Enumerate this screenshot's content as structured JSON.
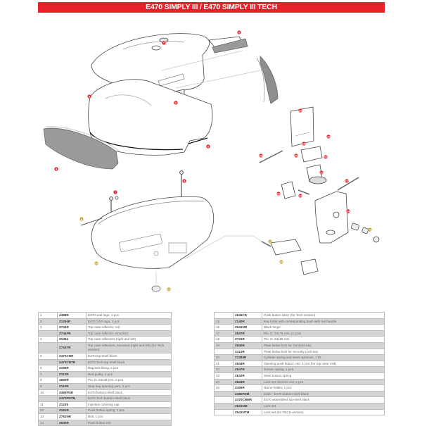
{
  "title": "E470 SIMPLY III / E470 SIMPLY III TECH",
  "colors": {
    "title_bg": "#e8202a",
    "callout_red": "#e8202a",
    "callout_gold": "#c9a227",
    "row_alt": "#d4d4d4"
  },
  "diagram": {
    "callouts": [
      "1",
      "2",
      "3",
      "4",
      "5",
      "6",
      "7",
      "8",
      "9",
      "10",
      "11",
      "12",
      "13",
      "14",
      "15",
      "16",
      "17",
      "18",
      "19",
      "20",
      "21",
      "22",
      "23",
      "24",
      "25"
    ]
  },
  "parts_left": [
    {
      "num": "1",
      "code": "Z458R",
      "desc": "E470 oval logo, 1 pcs"
    },
    {
      "num": "2",
      "code": "Z1294R",
      "desc": "E470 GIVI logo, 1 pcs"
    },
    {
      "num": "3",
      "code": "Z744R",
      "desc": "Top case reflector, red"
    },
    {
      "num": "",
      "code": "Z744FR",
      "desc": "Top case reflector, smocked"
    },
    {
      "num": "4",
      "code": "Z1364",
      "desc": "Top case reflectors (right and left)"
    },
    {
      "num": "",
      "code": "Z743TR",
      "desc": "Top case reflectors, smocked (right and left) (for Tech version)"
    },
    {
      "num": "5",
      "code": "Z470CNR",
      "desc": "E470 top-shell black"
    },
    {
      "num": "",
      "code": "Z470CNTR",
      "desc": "E470 Tech top-shell black"
    },
    {
      "num": "6",
      "code": "Z156R",
      "desc": "Bag lock lining, 1 pcs"
    },
    {
      "num": "7",
      "code": "Z112R",
      "desc": "Red pulley, 4 pcs"
    },
    {
      "num": "8",
      "code": "Z650R",
      "desc": "Pin. D. 04x46 mm, 2 pcs"
    },
    {
      "num": "9",
      "code": "Z110R",
      "desc": "Stop bag opening yarn, 2 pcs"
    },
    {
      "num": "10",
      "code": "Z450FNR",
      "desc": "E470 bottom-shell black"
    },
    {
      "num": "",
      "code": "Z470FNTM",
      "desc": "E470 Tech bottom-shell black"
    },
    {
      "num": "11",
      "code": "Z1235",
      "desc": "Injection covering cap"
    },
    {
      "num": "12",
      "code": "Z191R",
      "desc": "Push button spring, 1 pcs"
    },
    {
      "num": "13",
      "code": "Z762NR",
      "desc": "Bolt, 1 pcs"
    },
    {
      "num": "14",
      "code": "Z640R",
      "desc": "Push button red"
    }
  ],
  "parts_right": [
    {
      "num": "",
      "code": "Z645CR",
      "desc": "Push button silver (for Tech version)"
    },
    {
      "num": "15",
      "code": "Z140R",
      "desc": "Key locks with corresponding bush with red handle"
    },
    {
      "num": "16",
      "code": "Z641NR",
      "desc": "Black hinge"
    },
    {
      "num": "17",
      "code": "Z637R",
      "desc": "Pin. D. 04x75 mm, (1 pcs)"
    },
    {
      "num": "18",
      "code": "Z721R",
      "desc": "Pin. D. 04x85 mm"
    },
    {
      "num": "19",
      "code": "Z640R",
      "desc": "Plate below lock for standard key"
    },
    {
      "num": "",
      "code": "Z413R",
      "desc": "Plate below lock for Security Lock key"
    },
    {
      "num": "20",
      "code": "Z1384R",
      "desc": "Cylinder spring and steek sphenes, 1 kit"
    },
    {
      "num": "21",
      "code": "Z644R",
      "desc": "Opening push button, red, 1 pcs (for top case V46)"
    },
    {
      "num": "22",
      "code": "Z647R",
      "desc": "Torsion spring, 1 pcs"
    },
    {
      "num": "23",
      "code": "Z632R",
      "desc": "Steel torsion spring"
    },
    {
      "num": "24",
      "code": "Z643R",
      "desc": "Lock set element red, 1 pcs"
    },
    {
      "num": "25",
      "code": "Z409R",
      "desc": "Name holder, 1 pcs"
    },
    {
      "num": "",
      "code": "Z450FNM",
      "desc": "E450 - E470 bottom-shell black"
    },
    {
      "num": "",
      "code": "Z470CNMR",
      "desc": "E470 assembled top-shell black"
    },
    {
      "num": "",
      "code": "Z641NM",
      "desc": "Lock set"
    },
    {
      "num": "",
      "code": "Z641NTM",
      "desc": "Lock set (for TECH version)"
    }
  ]
}
